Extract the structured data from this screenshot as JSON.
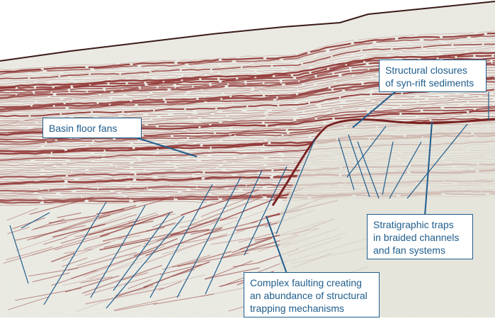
{
  "image": {
    "subject": "seismic reflection profile with annotated hydrocarbon trap callouts",
    "colors": {
      "reflector": "#8b2b2a",
      "fault_line": "#1f5d8c",
      "background_noise": "#cfcfc4",
      "callout_text": "#1f5d8c"
    }
  },
  "callouts": {
    "structural_closures": {
      "line1": "Structural closures",
      "line2": "of syn-rift sediments"
    },
    "basin_floor_fans": {
      "line1": "Basin floor fans"
    },
    "stratigraphic_traps": {
      "line1": "Stratigraphic traps",
      "line2": "in braided channels",
      "line3": "and fan systems"
    },
    "complex_faulting": {
      "line1": "Complex faulting creating",
      "line2": "an abundance of structural",
      "line3": "trapping mechanisms"
    }
  }
}
